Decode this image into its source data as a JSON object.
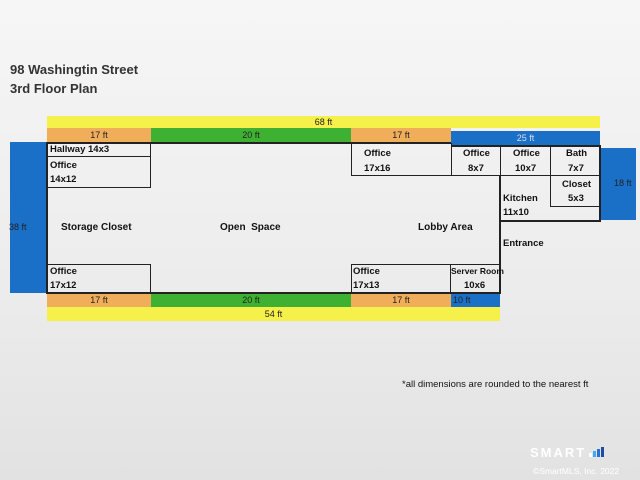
{
  "header": {
    "address": "98 Washingtin Street",
    "subtitle": "3rd Floor Plan"
  },
  "dimensions": {
    "top_total": "68 ft",
    "bottom_total": "54 ft",
    "top_segments": [
      "17 ft",
      "20 ft",
      "17 ft",
      "25 ft"
    ],
    "bottom_segments": [
      "17 ft",
      "20 ft",
      "17 ft",
      "10 ft"
    ],
    "left_height": "38 ft",
    "right_height": "18 ft"
  },
  "rooms": {
    "hallway": "Hallway 14x3",
    "office_a_name": "Office",
    "office_a_size": "14x12",
    "storage": "Storage Closet",
    "office_b_name": "Office",
    "office_b_size": "17x12",
    "open_space": "Open  Space",
    "office_c_name": "Office",
    "office_c_size": "17x16",
    "lobby": "Lobby Area",
    "office_d_name": "Office",
    "office_d_size": "17x13",
    "office_e_name": "Office",
    "office_e_size": "8x7",
    "office_f_name": "Office",
    "office_f_size": "10x7",
    "bath_name": "Bath",
    "bath_size": "7x7",
    "closet_name": "Closet",
    "closet_size": "5x3",
    "kitchen_name": "Kitchen",
    "kitchen_size": "11x10",
    "entrance": "Entrance",
    "server_name": "Server Room",
    "server_size": "10x6"
  },
  "footer": {
    "note": "*all dimensions are rounded to the nearest ft",
    "logo": "SMART",
    "copyright": "©SmartMLS, Inc.  2022"
  },
  "colors": {
    "yellow": "#f5f04a",
    "orange": "#f0ad5a",
    "green": "#3fb132",
    "blue": "#1a6fc6"
  }
}
